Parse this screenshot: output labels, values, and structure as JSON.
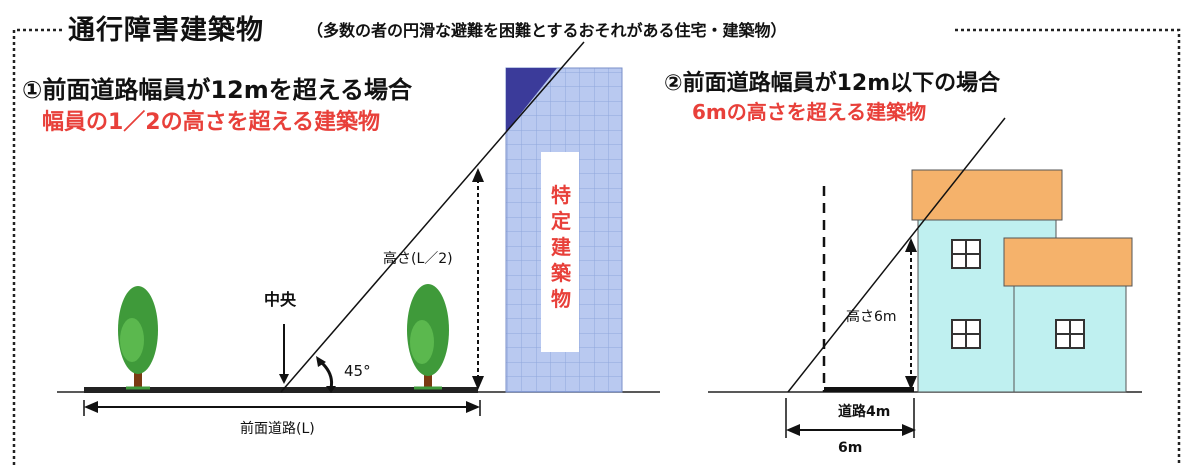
{
  "title": "通行障害建築物",
  "subtitle": "（多数の者の円滑な避難を困難とするおそれがある住宅・建築物）",
  "case1": {
    "heading": "①前面道路幅員が12mを超える場合",
    "subheading": "幅員の1／2の高さを超える建築物",
    "center_label": "中央",
    "angle_label": "45°",
    "height_label": "高さ(L／2)",
    "road_label": "前面道路(L)",
    "building_label": "特定建築物"
  },
  "case2": {
    "heading": "②前面道路幅員が12m以下の場合",
    "subheading": "6mの高さを超える建築物",
    "height_label": "高さ6m",
    "road_label": "道路4m",
    "distance_label": "6m"
  },
  "colors": {
    "accent_red": "#e8403a",
    "building_blue": "#b9c9f0",
    "building_grid": "#8fa6dc",
    "building_top": "#3b3b9a",
    "house_wall": "#bff0f0",
    "house_roof": "#f5b26b",
    "tree_green": "#3f9a3a",
    "tree_trunk": "#7a3b12"
  }
}
